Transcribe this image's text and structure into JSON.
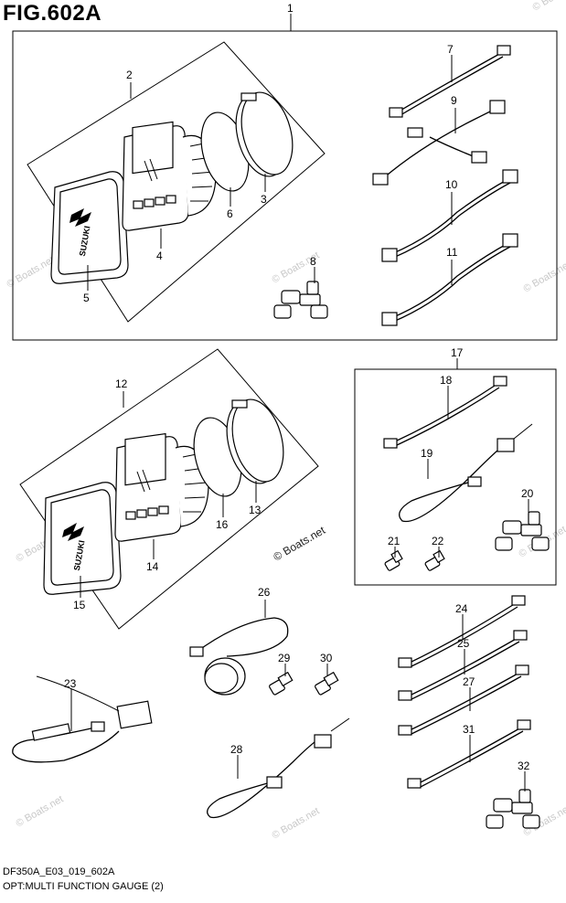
{
  "figure_title": "FIG.602A",
  "footer": {
    "code": "DF350A_E03_019_602A",
    "description": "OPT:MULTI FUNCTION GAUGE (2)"
  },
  "watermark": {
    "brand": "© Boats.net",
    "faint": "© Boats.net"
  },
  "gauge_logo": "SUZUKI",
  "callouts": {
    "n1": "1",
    "n2": "2",
    "n3": "3",
    "n4": "4",
    "n5": "5",
    "n6": "6",
    "n7": "7",
    "n8": "8",
    "n9": "9",
    "n10": "10",
    "n11": "11",
    "n12": "12",
    "n13": "13",
    "n14": "14",
    "n15": "15",
    "n16": "16",
    "n17": "17",
    "n18": "18",
    "n19": "19",
    "n20": "20",
    "n21": "21",
    "n22": "22",
    "n23": "23",
    "n24": "24",
    "n25": "25",
    "n26": "26",
    "n27": "27",
    "n28": "28",
    "n29": "29",
    "n30": "30",
    "n31": "31",
    "n32": "32"
  }
}
